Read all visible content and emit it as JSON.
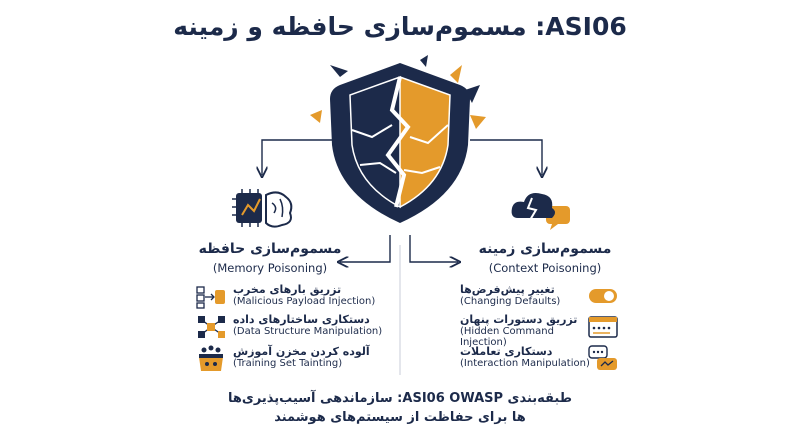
{
  "title": "ASI06: مسموم‌سازی حافظه و زمینه",
  "memory": {
    "heading": "مسموم‌سازی حافظه",
    "heading_en": "(Memory Poisoning)",
    "items": [
      {
        "fa": "تزریق بارهای مخرب",
        "en": "(Malicious Payload Injection)"
      },
      {
        "fa": "دستکاری ساختارهای داده",
        "en": "(Data Structure Manipulation)"
      },
      {
        "fa": "آلوده کردن مخزن آموزش",
        "en": "(Training Set Tainting)"
      }
    ]
  },
  "context": {
    "heading": "مسموم‌سازی زمینه",
    "heading_en": "(Context Poisoning)",
    "items": [
      {
        "fa": "تغییر پیش‌فرض‌ها",
        "en": "(Changing Defaults)"
      },
      {
        "fa": "تزریق دستورات پنهان",
        "en": "(Hidden Command Injection)"
      },
      {
        "fa": "دستکاری تعاملات",
        "en": "(Interaction Manipulation)"
      }
    ]
  },
  "footer": {
    "line1": "طبقه‌بندی ASI06 OWASP: سازماندهی آسیب‌پذیری‌ها",
    "line2": "ها برای حفاظت از سیستم‌های هوشمند"
  },
  "colors": {
    "navy": "#1c2a4a",
    "orange": "#e49a2b",
    "grey": "#6f7888"
  }
}
